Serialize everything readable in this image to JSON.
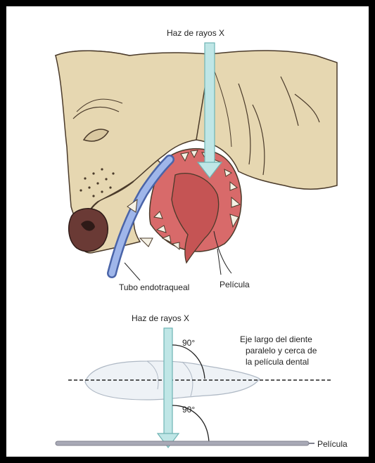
{
  "top": {
    "beam_label": "Haz de rayos X",
    "tube_label": "Tubo endotraqueal",
    "film_label": "Película"
  },
  "bottom": {
    "beam_label": "Haz de rayos X",
    "axis_note": [
      "Eje largo del diente",
      "paralelo y cerca de",
      "la película dental"
    ],
    "angle_upper": "90°",
    "angle_lower": "90°",
    "film_label": "Película"
  },
  "colors": {
    "fur": "#e6d7b1",
    "outline": "#4a3a2a",
    "beam": "#bfe6e6",
    "beam_edge": "#6fb3b3",
    "tube": "#6f8fd6",
    "gum": "#d86a6a",
    "film": "#a8a9b6"
  }
}
